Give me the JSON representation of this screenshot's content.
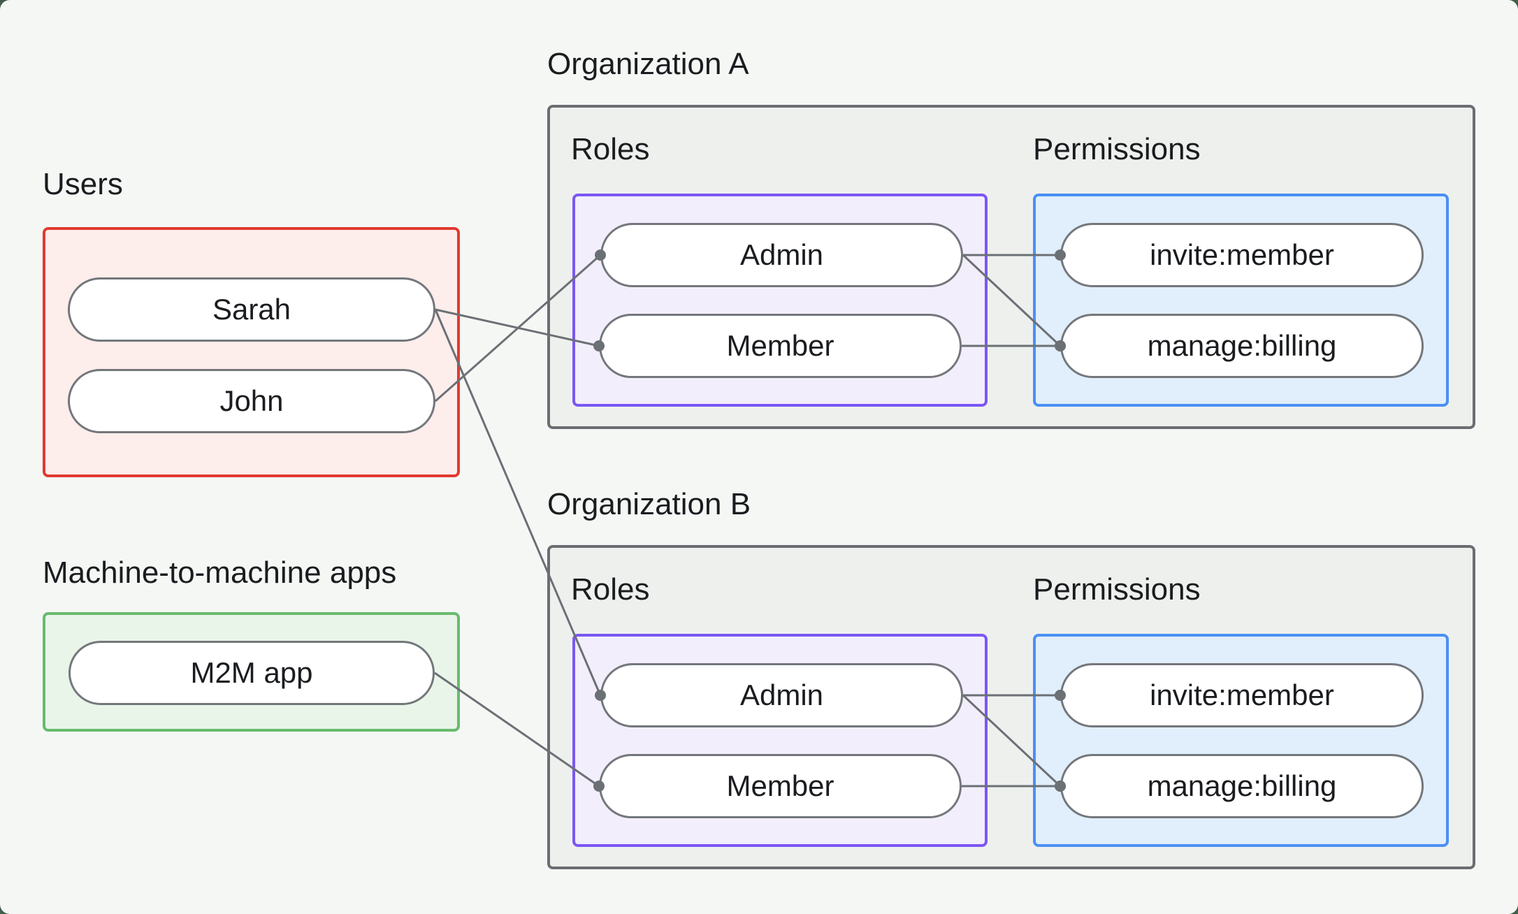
{
  "colors": {
    "page_bg": "#415e4a",
    "card_bg": "#f5f7f5",
    "line": "#6b7075",
    "text": "#1a1c1f",
    "users_border": "#e03b30",
    "users_bg": "#fdedeb",
    "m2m_border": "#68bb6c",
    "m2m_bg": "#e9f5e9",
    "org_border": "#6a6e72",
    "org_bg": "#eef0ee",
    "roles_border": "#7b57f4",
    "roles_bg": "#f3eefc",
    "permissions_border": "#4a90f4",
    "permissions_bg": "#e1eefb"
  },
  "users_group": {
    "label": "Users",
    "items": [
      {
        "id": "user-sarah",
        "label": "Sarah"
      },
      {
        "id": "user-john",
        "label": "John"
      }
    ]
  },
  "m2m_group": {
    "label": "Machine-to-machine apps",
    "items": [
      {
        "id": "m2m-app",
        "label": "M2M app"
      }
    ]
  },
  "org_a": {
    "label": "Organization A",
    "roles_label": "Roles",
    "permissions_label": "Permissions",
    "roles": [
      {
        "id": "orga-admin",
        "label": "Admin"
      },
      {
        "id": "orga-member",
        "label": "Member"
      }
    ],
    "permissions": [
      {
        "id": "orga-invite",
        "label": "invite:member"
      },
      {
        "id": "orga-billing",
        "label": "manage:billing"
      }
    ]
  },
  "org_b": {
    "label": "Organization B",
    "roles_label": "Roles",
    "permissions_label": "Permissions",
    "roles": [
      {
        "id": "orgb-admin",
        "label": "Admin"
      },
      {
        "id": "orgb-member",
        "label": "Member"
      }
    ],
    "permissions": [
      {
        "id": "orgb-invite",
        "label": "invite:member"
      },
      {
        "id": "orgb-billing",
        "label": "manage:billing"
      }
    ]
  },
  "edges": [
    {
      "from": "user-sarah",
      "to": "orga-member"
    },
    {
      "from": "user-john",
      "to": "orga-admin"
    },
    {
      "from": "user-sarah",
      "to": "orgb-admin"
    },
    {
      "from": "m2m-app",
      "to": "orgb-member"
    },
    {
      "from": "orga-admin",
      "to": "orga-invite"
    },
    {
      "from": "orga-admin",
      "to": "orga-billing"
    },
    {
      "from": "orga-member",
      "to": "orga-billing"
    },
    {
      "from": "orgb-admin",
      "to": "orgb-invite"
    },
    {
      "from": "orgb-admin",
      "to": "orgb-billing"
    },
    {
      "from": "orgb-member",
      "to": "orgb-billing"
    }
  ]
}
